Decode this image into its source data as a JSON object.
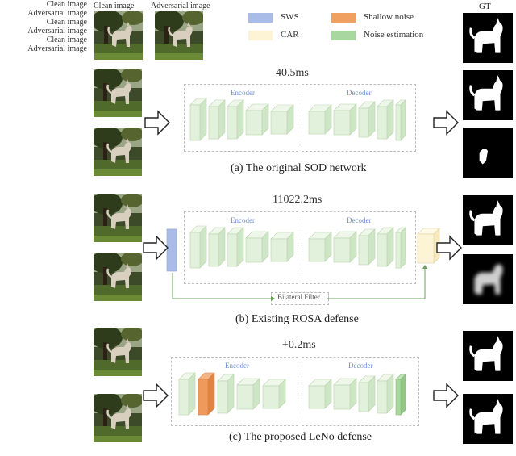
{
  "top": {
    "clean_label": "Clean image",
    "adv_label": "Adversarial image",
    "gt_label": "GT"
  },
  "legend": {
    "sws": "SWS",
    "car": "CAR",
    "shallow_noise": "Shallow noise",
    "noise_estimation": "Noise estimation",
    "colors": {
      "sws": "#a9bce8",
      "car": "#fdf4d6",
      "shallow_noise": "#f0a060",
      "noise_estimation": "#a8d8a0"
    }
  },
  "panels": [
    {
      "timing": "40.5ms",
      "encoder": "Encoder",
      "decoder": "Decoder",
      "caption": "(a) The original SOD network",
      "clean_label": "Clean image",
      "adv_label": "Adversarial image"
    },
    {
      "timing": "11022.2ms",
      "encoder": "Encoder",
      "decoder": "Decoder",
      "caption": "(b) Existing ROSA defense",
      "clean_label": "Clean image",
      "adv_label": "Adversarial image",
      "filter_label": "Bilateral Filter"
    },
    {
      "timing": "+0.2ms",
      "encoder": "Encoder",
      "decoder": "Decoder",
      "caption": "(c) The proposed LeNo defense",
      "clean_label": "Clean image",
      "adv_label": "Adversarial image"
    }
  ]
}
